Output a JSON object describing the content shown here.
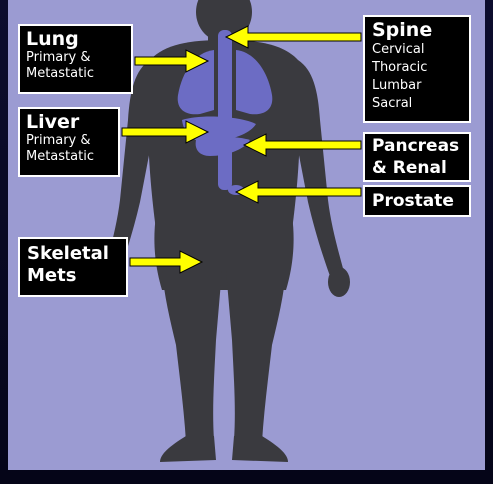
{
  "colors": {
    "background_panel": "#9b9bd2",
    "body": "#3a3a3f",
    "organ": "#6c6cc4",
    "arrow": "#ffff00",
    "label_background": "#000000",
    "label_text": "#ffffff"
  },
  "labels": {
    "lung": {
      "title": "Lung",
      "lines": [
        "Primary &",
        "Metastatic"
      ]
    },
    "liver": {
      "title": "Liver",
      "lines": [
        "Primary &",
        "Metastatic"
      ]
    },
    "skeletal": {
      "title_line1": "Skeletal",
      "title_line2": "Mets"
    },
    "spine": {
      "title": "Spine",
      "lines": [
        "Cervical",
        "Thoracic",
        "Lumbar",
        "Sacral"
      ]
    },
    "pancreas": {
      "title_line1": "Pancreas",
      "title_line2": "& Renal"
    },
    "prostate": {
      "title": "Prostate"
    }
  }
}
